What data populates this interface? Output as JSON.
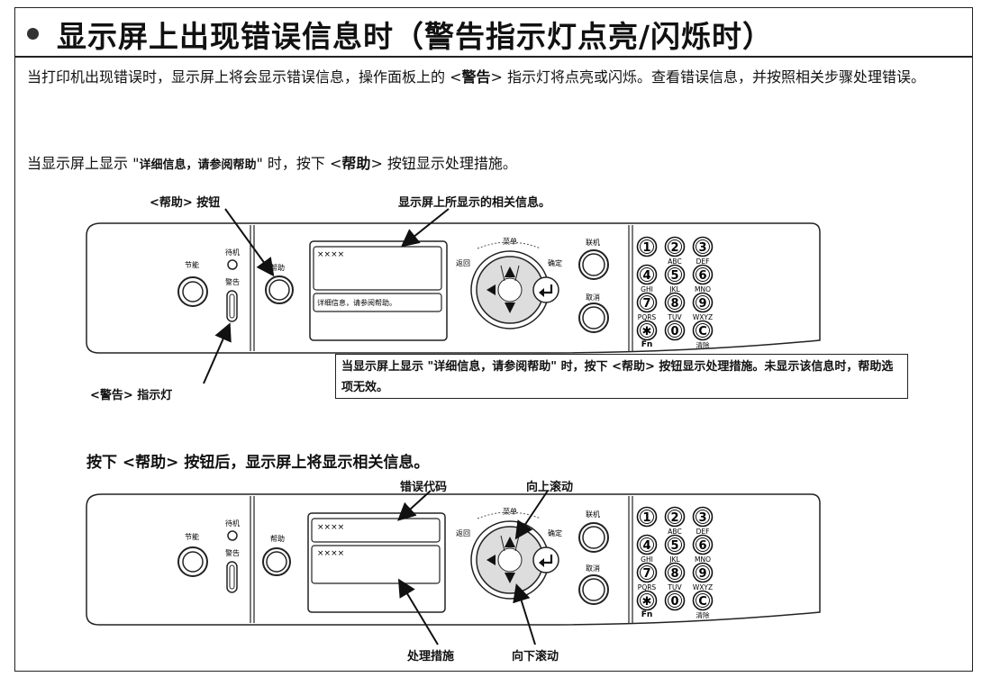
{
  "title": "显示屏上出现错误信息时（警告指示灯点亮/闪烁时）",
  "intro": {
    "part1": "当打印机出现错误时，显示屏上将会显示错误信息，操作面板上的 <",
    "alert_word": "警告",
    "part2": "> 指示灯将点亮或闪烁。查看错误信息，并按照相关步骤处理错误。"
  },
  "instruction": {
    "part1": "当显示屏上显示 \"",
    "quote": "详细信息，请参阅帮助",
    "part2": "\" 时，按下 <",
    "help_word": "帮助",
    "part3": "> 按钮显示处理措施。"
  },
  "callouts": {
    "help_button": "<帮助> 按钮",
    "display_info": "显示屏上所显示的相关信息。",
    "alert_light": "<警告> 指示灯",
    "note_text": "当显示屏上显示 \"详细信息，请参阅帮助\" 时，按下 <帮助> 按钮显示处理措施。未显示该信息时，帮助选项无效。"
  },
  "section2_heading": "按下 <帮助> 按钮后，显示屏上将显示相关信息。",
  "callouts2": {
    "error_code": "错误代码",
    "scroll_up": "向上滚动",
    "remedy": "处理措施",
    "scroll_down": "向下滚动"
  },
  "panel": {
    "power_save": "节能",
    "standby": "待机",
    "alert": "警告",
    "help": "帮助",
    "menu": "菜单",
    "back": "返回",
    "ok": "确定",
    "online": "联机",
    "cancel": "取消",
    "clear": "清除",
    "fn": "Fn",
    "display1_line1": "××××",
    "display1_line2": "详细信息，请参阅帮助。",
    "display2_line1": "××××",
    "display2_line2": "××××",
    "keys": [
      {
        "num": "1",
        "sub": ""
      },
      {
        "num": "2",
        "sub": "ABC"
      },
      {
        "num": "3",
        "sub": "DEF"
      },
      {
        "num": "4",
        "sub": "GHI"
      },
      {
        "num": "5",
        "sub": "JKL"
      },
      {
        "num": "6",
        "sub": "MNO"
      },
      {
        "num": "7",
        "sub": "PQRS"
      },
      {
        "num": "8",
        "sub": "TUV"
      },
      {
        "num": "9",
        "sub": "WXYZ"
      },
      {
        "num": "✱",
        "sub": ""
      },
      {
        "num": "0",
        "sub": ""
      },
      {
        "num": "C",
        "sub": ""
      }
    ]
  }
}
